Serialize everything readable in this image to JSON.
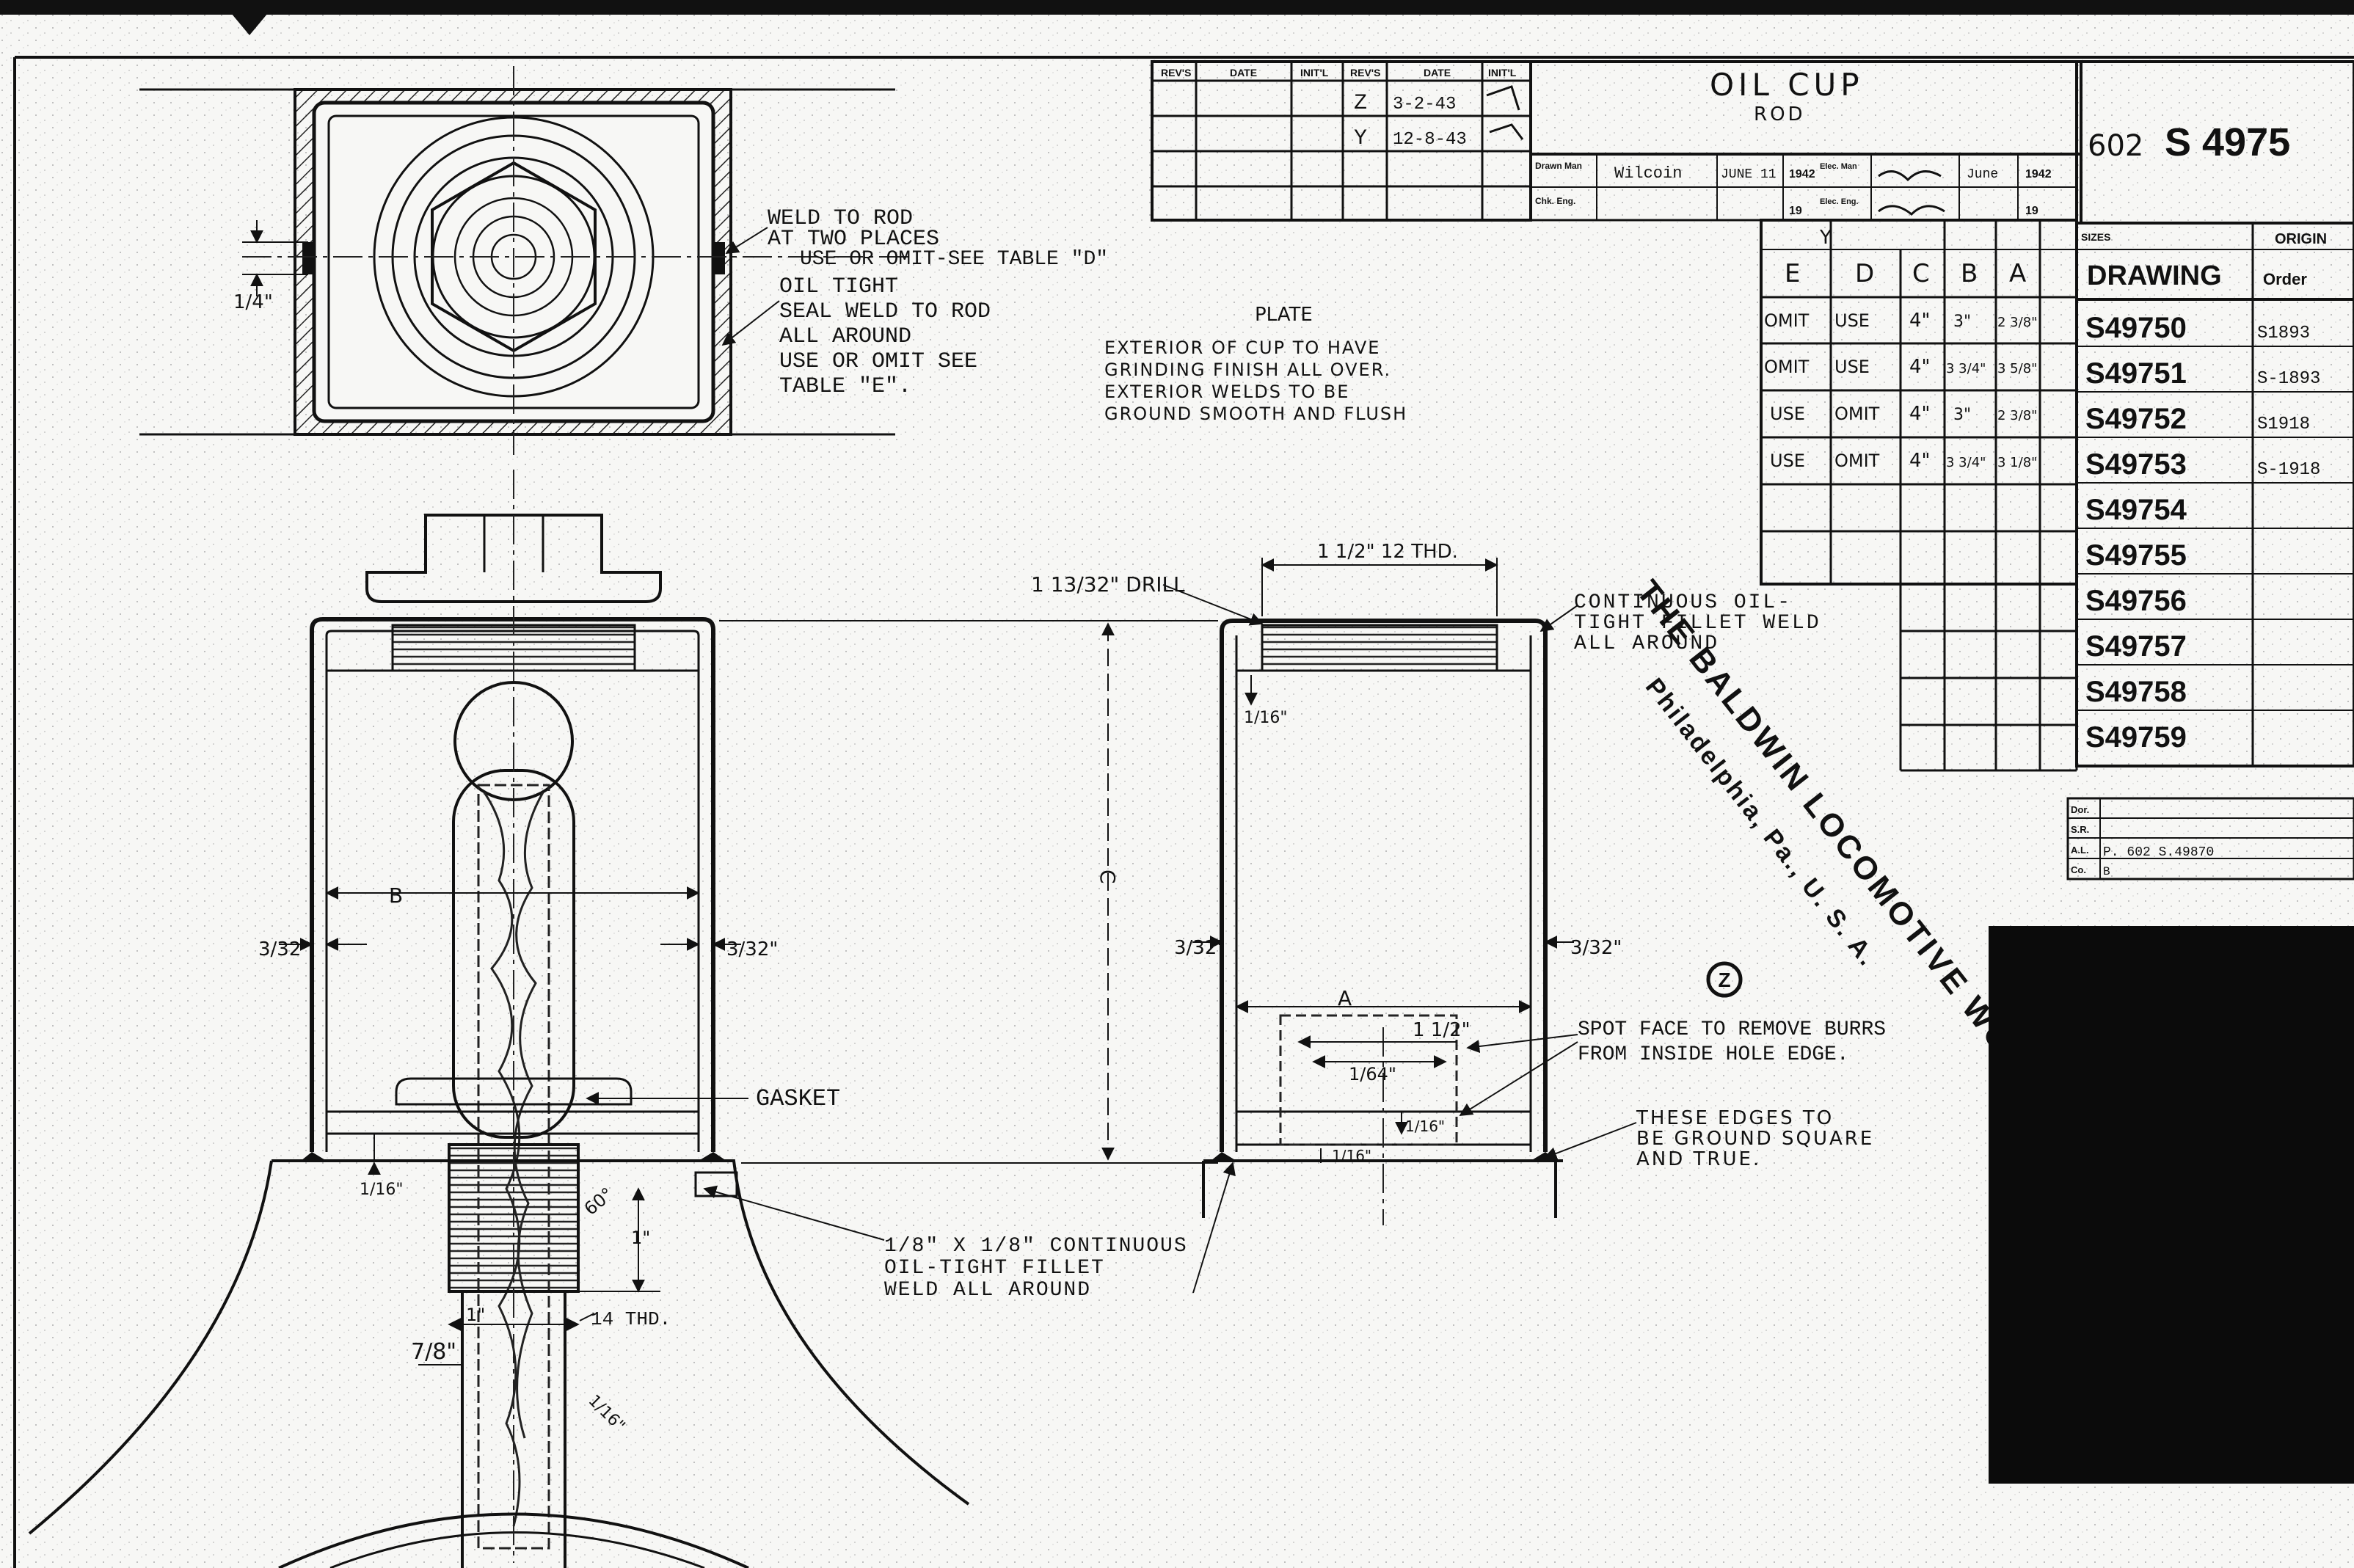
{
  "title_block": {
    "title": "OIL CUP",
    "subtitle": "ROD",
    "drawing_number_prefix": "602",
    "drawing_number": "S 4975",
    "revision_headers": [
      "REV'S",
      "DATE",
      "INIT'L",
      "REV'S",
      "DATE",
      "INIT'L"
    ],
    "revisions": [
      {
        "letter": "Z",
        "date": "3-2-43"
      },
      {
        "letter": "Y",
        "date": "12-8-43"
      }
    ],
    "drawn_by_label": "Drawn Man",
    "drawn_name": "Wilcoin",
    "drawn_date": "JUNE 11",
    "drawn_year": "1942",
    "checked_label": "Chk. Eng.",
    "checked_year": "19",
    "elec_label": "Elec. Man",
    "elec_eng_label": "Elec. Eng.",
    "right_date": "June",
    "right_year": "1942",
    "year_short": "19"
  },
  "dimension_table": {
    "group_label": "Y",
    "headers": [
      "E",
      "D",
      "C",
      "B",
      "A"
    ],
    "rows": [
      [
        "OMIT",
        "USE",
        "4\"",
        "3\"",
        "2 3/8\""
      ],
      [
        "OMIT",
        "USE",
        "4\"",
        "3 3/4\"",
        "3 5/8\""
      ],
      [
        "USE",
        "OMIT",
        "4\"",
        "3\"",
        "2 3/8\""
      ],
      [
        "USE",
        "OMIT",
        "4\"",
        "3 3/4\"",
        "3 1/8\""
      ]
    ]
  },
  "drawing_list": {
    "header_left": "DRAWING",
    "header_right": "Order",
    "group_label": "ORIGIN",
    "small_label": "SIZES",
    "numbers": [
      "S49750",
      "S49751",
      "S49752",
      "S49753",
      "S49754",
      "S49755",
      "S49756",
      "S49757",
      "S49758",
      "S49759"
    ],
    "orders": [
      "S1893",
      "S-1893",
      "S1918",
      "S-1918",
      "",
      "",
      "",
      "",
      "",
      ""
    ]
  },
  "small_block": {
    "labels": [
      "Dor.",
      "S.R.",
      "A.L.",
      "Co."
    ],
    "ref": "P. 602 S.49870",
    "ref2": "B"
  },
  "stamp": {
    "line1": "THE BALDWIN LOCOMOTIVE WORKS",
    "line2": "Philadelphia, Pa., U. S. A."
  },
  "revision_marker": "Z",
  "notes": {
    "weld_to_rod": [
      "WELD TO ROD",
      "AT TWO PLACES",
      "USE OR OMIT-SEE TABLE \"D\""
    ],
    "oil_tight": [
      "OIL TIGHT",
      "SEAL WELD TO ROD",
      "ALL AROUND",
      "USE OR OMIT SEE",
      "TABLE \"E\"."
    ],
    "plate": "PLATE",
    "exterior": [
      "EXTERIOR  OF CUP TO HAVE",
      "GRINDING  FINISH ALL OVER.",
      "EXTERIOR  WELDS TO BE",
      "GROUND  SMOOTH  AND FLUSH"
    ],
    "continuous_weld": [
      "CONTINUOUS OIL-",
      "TIGHT FILLET WELD",
      "ALL AROUND"
    ],
    "spot_face": [
      "SPOT FACE TO REMOVE BURRS",
      "FROM INSIDE HOLE EDGE."
    ],
    "edges": [
      "THESE  EDGES TO",
      "BE GROUND SQUARE",
      "AND TRUE."
    ],
    "gasket": "GASKET",
    "fillet_weld": [
      "1/8\" X 1/8\" CONTINUOUS",
      "OIL-TIGHT  FILLET",
      "WELD ALL AROUND"
    ],
    "drill": "1 13/32\" DRILL",
    "thread_top": "1 1/2\" 12 THD.",
    "thread_bottom": "14 THD."
  },
  "dimensions": {
    "b": "B",
    "a": "A",
    "c": "C",
    "wall_left": "3/32\"",
    "wall_right": "3/32\"",
    "wall_left2": "3/32\"",
    "wall_right2": "3/32\"",
    "quarter": "1/4\"",
    "one_sixteenth_a": "1/16\"",
    "one_sixteenth_b": "1/16\"",
    "one_sixteenth_c": "1/16\"",
    "one_sixteenth_d": "1/16\"",
    "one_sixteenth_e": "1/16\"",
    "one_and_half": "1 1/2\"",
    "one_64": "1/64\"",
    "one_inch": "1\"",
    "one_inch_b": "1\"",
    "seven_eighths": "7/8\"",
    "sixty_deg": "60°"
  }
}
